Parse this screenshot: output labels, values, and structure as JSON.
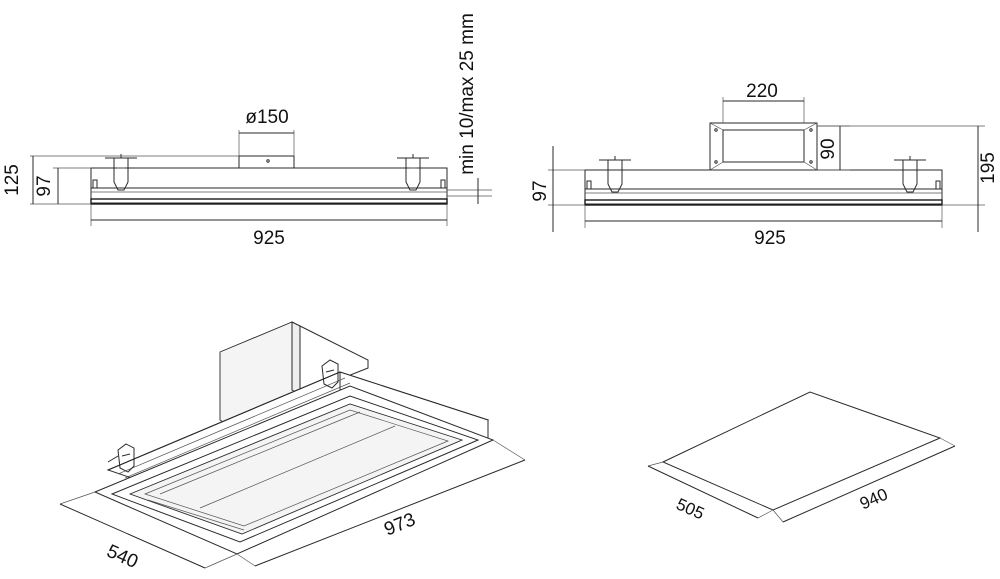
{
  "front_view": {
    "height_outer": "125",
    "height_body": "97",
    "duct_diameter": "ø150",
    "ceiling_gap": "min 10/max 25 mm",
    "width": "925"
  },
  "side_view": {
    "height_body": "97",
    "duct_width": "220",
    "duct_height": "90",
    "height_total": "195",
    "width": "925"
  },
  "iso_view": {
    "depth": "540",
    "length": "973"
  },
  "cutout_view": {
    "depth": "505",
    "length": "940"
  },
  "colors": {
    "line": "#2a2a2a",
    "text": "#111111",
    "panel_fill": "#eeeeee"
  }
}
